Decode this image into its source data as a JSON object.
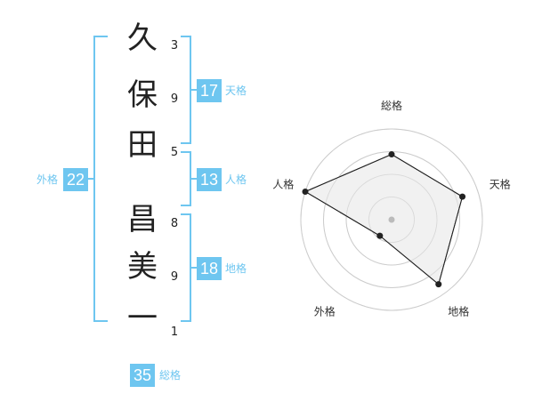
{
  "name_chars": [
    {
      "char": "久",
      "strokes": "3"
    },
    {
      "char": "保",
      "strokes": "9"
    },
    {
      "char": "田",
      "strokes": "5"
    },
    {
      "char": "昌",
      "strokes": "8"
    },
    {
      "char": "美",
      "strokes": "9"
    },
    {
      "char": "一",
      "strokes": "1"
    }
  ],
  "scores": {
    "tenkaku": {
      "value": "17",
      "label": "天格"
    },
    "jinkaku": {
      "value": "13",
      "label": "人格"
    },
    "chikaku": {
      "value": "18",
      "label": "地格"
    },
    "gaikaku": {
      "value": "22",
      "label": "外格"
    },
    "soukaku": {
      "value": "35",
      "label": "総格"
    }
  },
  "radar": {
    "axes": [
      "総格",
      "天格",
      "地格",
      "外格",
      "人格"
    ],
    "levels": 4,
    "values": [
      0.72,
      0.82,
      0.88,
      0.22,
      1.0
    ],
    "colors": {
      "grid": "#cccccc",
      "fill": "#eeeeee",
      "line": "#222222",
      "center": "#bbbbbb"
    }
  },
  "colors": {
    "accent": "#6ec6f0"
  }
}
